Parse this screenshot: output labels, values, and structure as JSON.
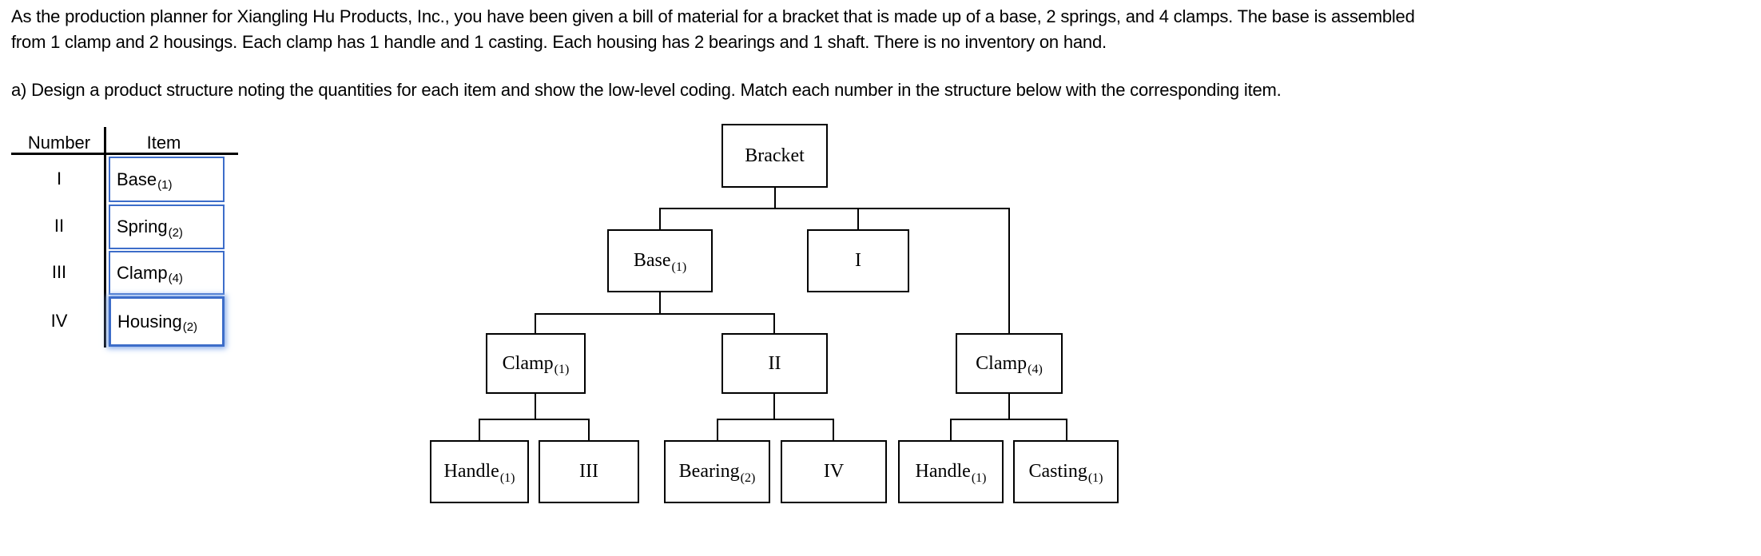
{
  "problem": {
    "line1": "As the production planner for Xiangling Hu Products, Inc., you have been given a bill of material for a bracket that is made up of a base, 2 springs, and 4 clamps. The base is assembled",
    "line2": "from 1 clamp and 2 housings. Each clamp has 1 handle and 1 casting. Each housing has 2 bearings and 1 shaft. There is no inventory on hand.",
    "part_a": "a) Design a product structure noting the quantities for each item and show the low-level coding. Match each number in the structure below with the corresponding item."
  },
  "table": {
    "headers": {
      "number": "Number",
      "item": "Item"
    },
    "rows": [
      {
        "number": "I",
        "item": "Base",
        "qty": "(1)"
      },
      {
        "number": "II",
        "item": "Spring",
        "qty": "(2)"
      },
      {
        "number": "III",
        "item": "Clamp",
        "qty": "(4)"
      },
      {
        "number": "IV",
        "item": "Housing",
        "qty": "(2)"
      }
    ]
  },
  "tree": {
    "nodes": {
      "bracket": {
        "label": "Bracket",
        "qty": ""
      },
      "base": {
        "label": "Base",
        "qty": "(1)"
      },
      "blank1": {
        "label": "I"
      },
      "clamp1": {
        "label": "Clamp",
        "qty": "(1)"
      },
      "blank2": {
        "label": "II"
      },
      "clamp4": {
        "label": "Clamp",
        "qty": "(4)"
      },
      "handleLeft": {
        "label": "Handle",
        "qty": "(1)"
      },
      "blank3": {
        "label": "III"
      },
      "bearing": {
        "label": "Bearing",
        "qty": "(2)"
      },
      "blank4": {
        "label": "IV"
      },
      "handleRight": {
        "label": "Handle",
        "qty": "(1)"
      },
      "casting": {
        "label": "Casting",
        "qty": "(1)"
      }
    }
  },
  "colors": {
    "answer_box_border": "#3D6DC9",
    "focus_glow": "#7FA7E8",
    "diagram_line": "#000000"
  }
}
